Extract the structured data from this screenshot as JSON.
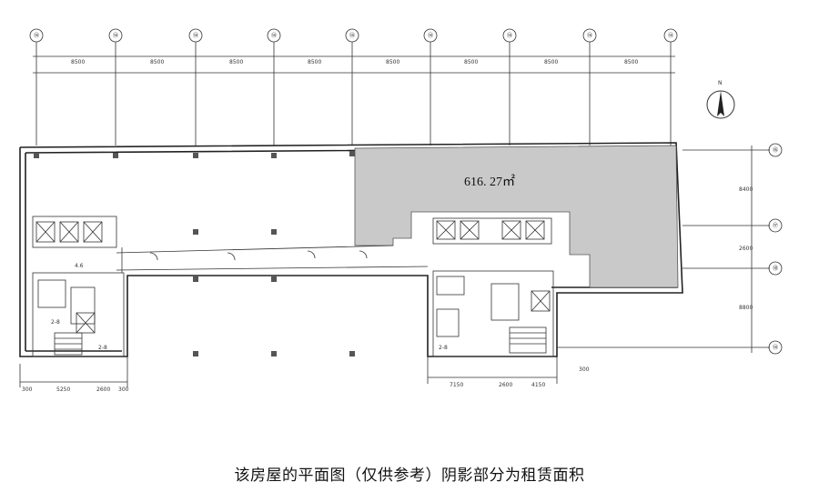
{
  "plan": {
    "area_label": "616. 27㎡",
    "north_label": "N",
    "top_grid_labels": [
      "⑭",
      "⑭",
      "⑭",
      "⑭",
      "⑭",
      "⑭",
      "⑭",
      "⑭",
      "⑭"
    ],
    "right_grid_labels": [
      "⑯",
      "⑰",
      "⑱",
      "⑭"
    ],
    "top_dims": [
      "8500",
      "8500",
      "8500",
      "8500",
      "8500",
      "8500",
      "8500",
      "8500"
    ],
    "right_dims": [
      "8400",
      "2600",
      "8800"
    ],
    "bottom_left_dims": [
      "300",
      "5250",
      "2600",
      "300"
    ],
    "bottom_right_dims": [
      "7150",
      "2600",
      "4150"
    ],
    "bottom_right_small_dim": "300",
    "room_labels": [
      "2-8",
      "2-8",
      "2-8"
    ],
    "corridor_label": "4.6"
  },
  "caption": "该房屋的平面图（仅供参考）阴影部分为租赁面积"
}
